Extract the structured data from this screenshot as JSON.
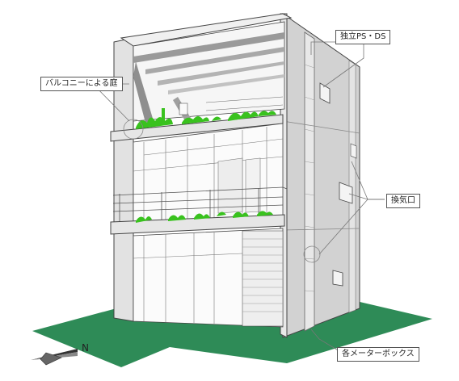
{
  "callouts": {
    "balcony_garden": "バルコニーによる庭",
    "ps_ds": "独立PS・DS",
    "vent": "換気口",
    "meter_box": "各メーターボックス"
  },
  "compass": {
    "label": "N"
  },
  "colors": {
    "lawn": "#2e8b57",
    "plants": "#39c21e",
    "wall_light": "#efefef",
    "wall_shade": "#cfcfcf",
    "wall_dark": "#bdbdbd",
    "line": "#444444",
    "leader": "#777777"
  }
}
